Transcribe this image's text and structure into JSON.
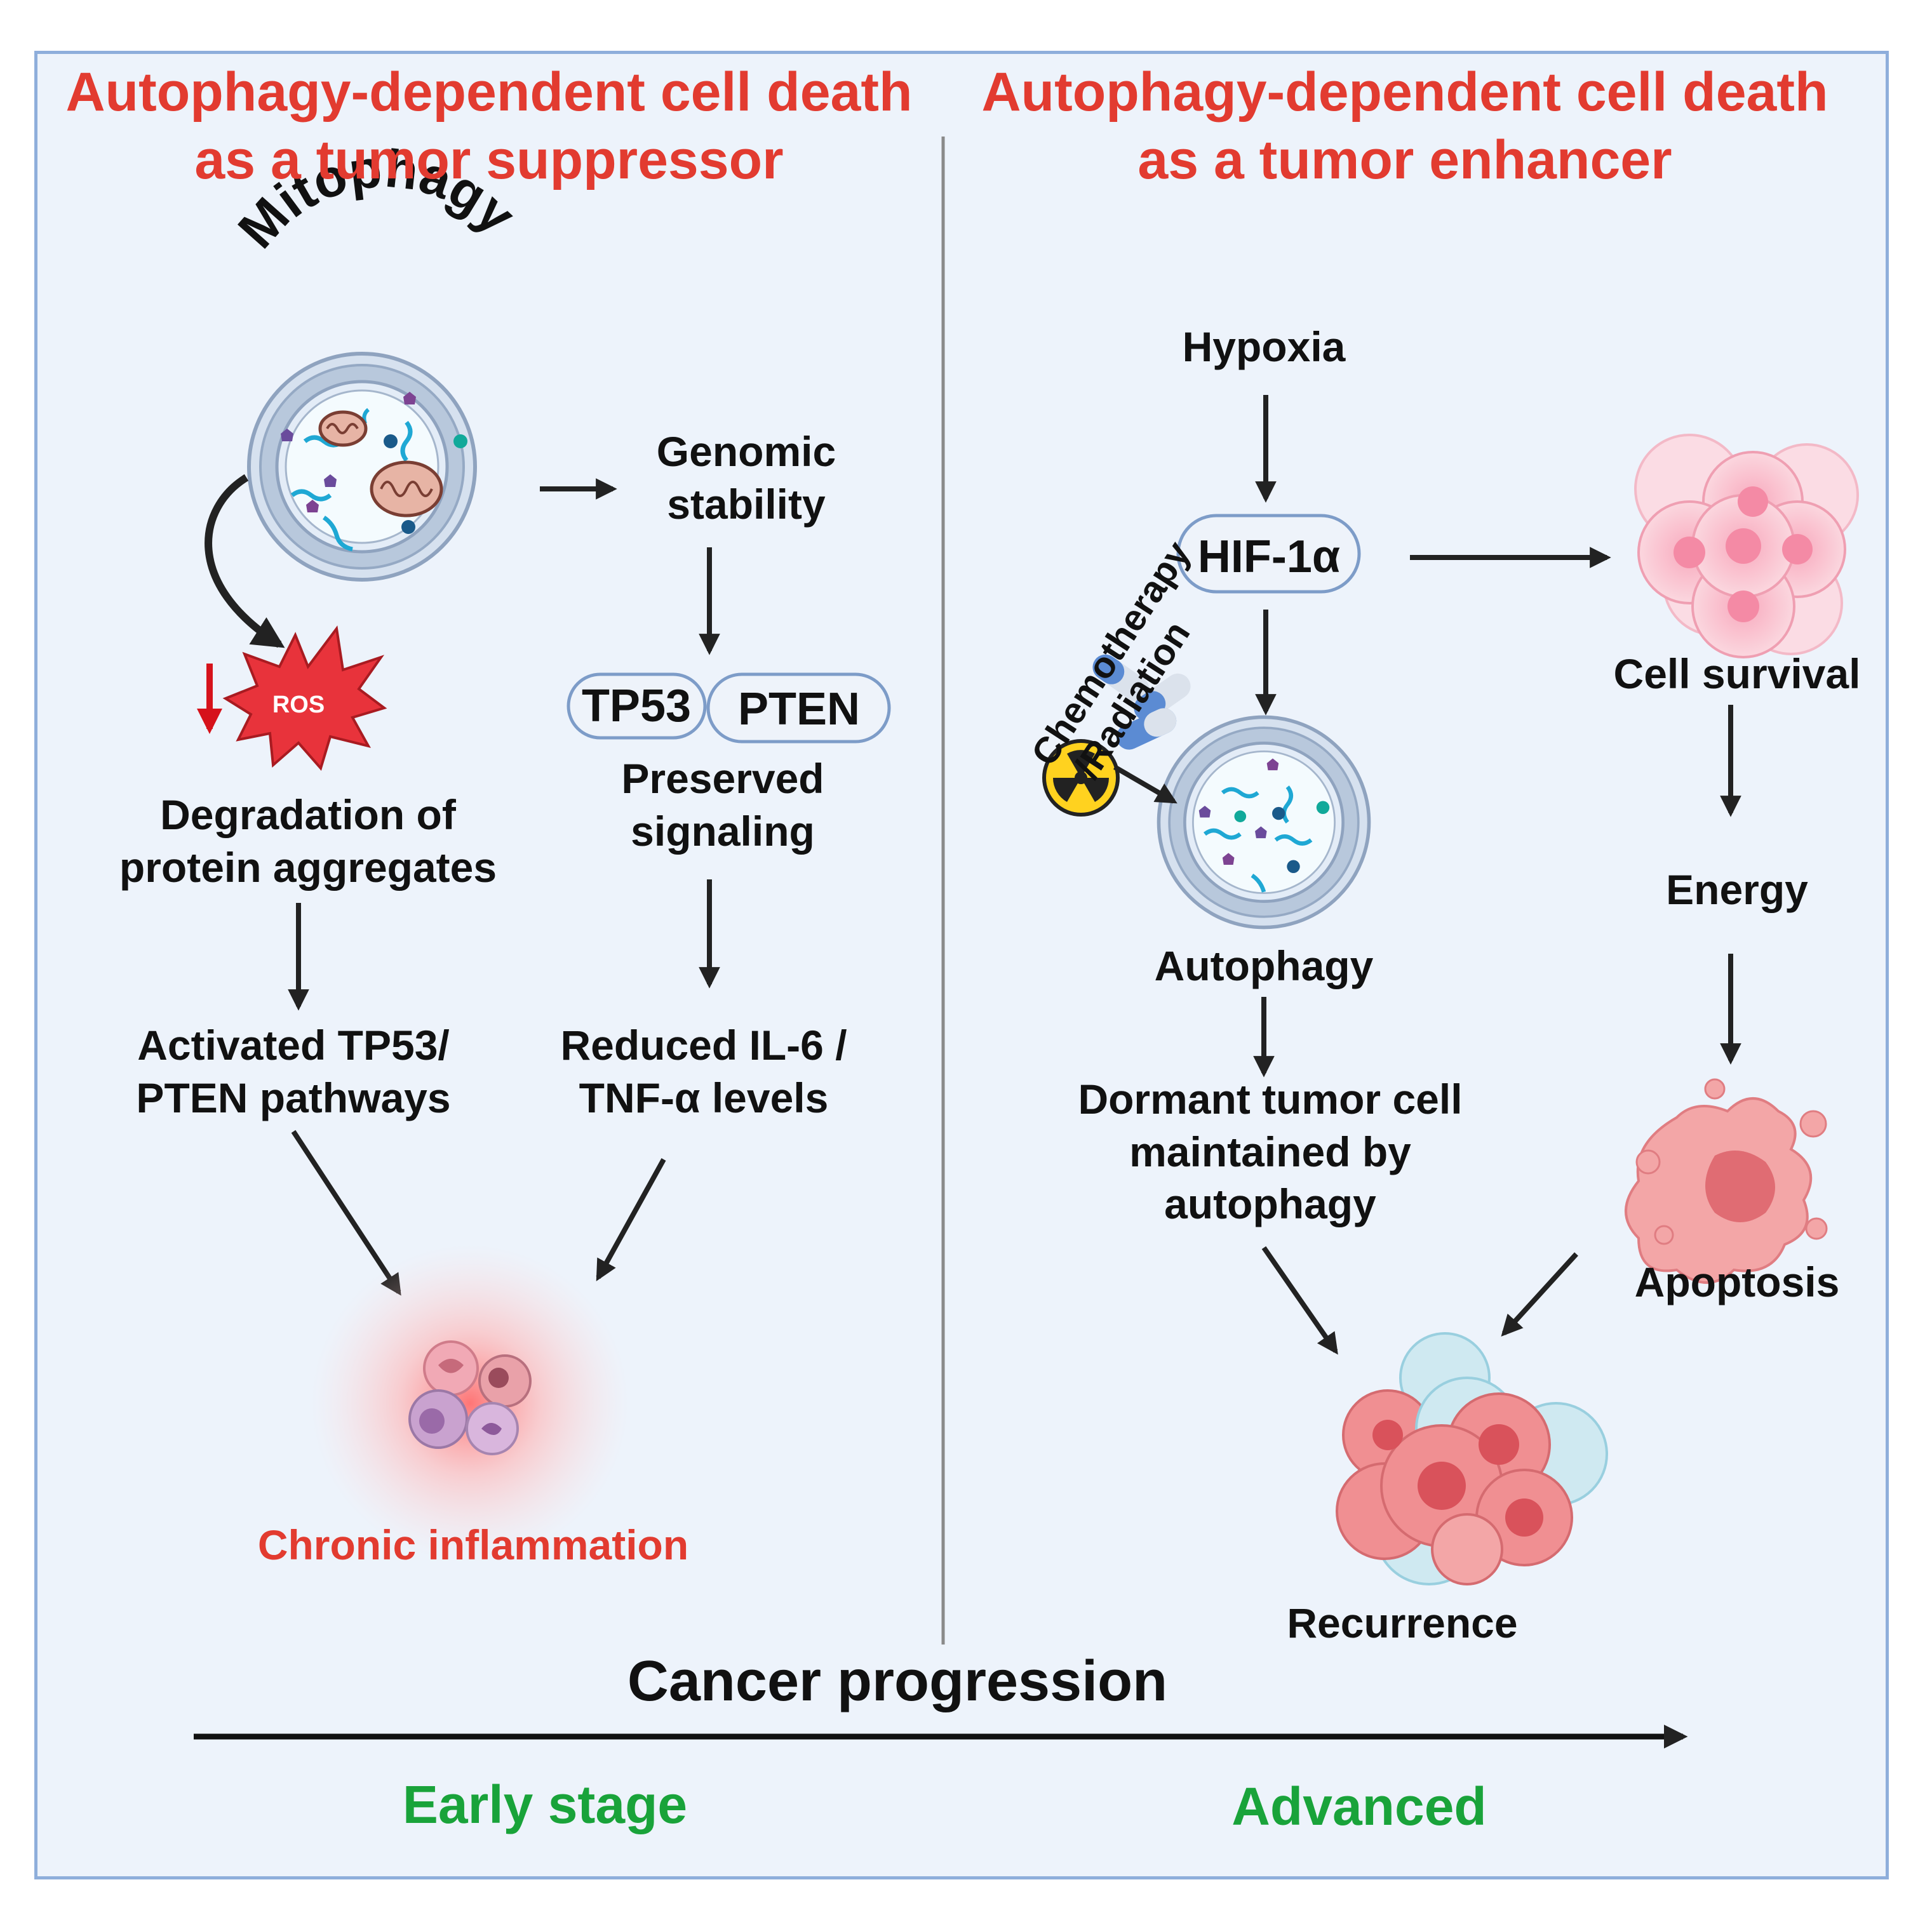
{
  "left_title": [
    "Autophagy-dependent cell death",
    "as a tumor suppressor"
  ],
  "right_title": [
    "Autophagy-dependent cell death",
    "as a tumor enhancer"
  ],
  "mitophagy": "Mitophagy",
  "ros": "ROS",
  "genomic_stability": [
    "Genomic",
    "stability"
  ],
  "tp53": "TP53",
  "pten": "PTEN",
  "preserved_signaling": [
    "Preserved",
    "signaling"
  ],
  "degradation": [
    "Degradation of",
    "protein aggregates"
  ],
  "activated": [
    "Activated TP53/",
    "PTEN pathways"
  ],
  "reduced": [
    "Reduced IL-6 /",
    "TNF-α levels"
  ],
  "chronic_inflammation": "Chronic inflammation",
  "hypoxia": "Hypoxia",
  "hif": "HIF-1α",
  "chemo": [
    "Chemotherapy",
    "/Radiation"
  ],
  "autophagy": "Autophagy",
  "dormant": [
    "Dormant tumor cell",
    "maintained by",
    "autophagy"
  ],
  "cell_survival": "Cell survival",
  "energy": "Energy",
  "apoptosis": "Apoptosis",
  "recurrence": "Recurrence",
  "cancer_progression": "Cancer progression",
  "early_stage": "Early stage",
  "advanced": "Advanced",
  "colors": {
    "title_red": "#e23b30",
    "stage_green": "#19a33a",
    "panel_bg": "#edf3fb",
    "frame_border": "#8eaedb",
    "pill_border": "#7d9cc8",
    "ros_red": "#e8333b"
  }
}
